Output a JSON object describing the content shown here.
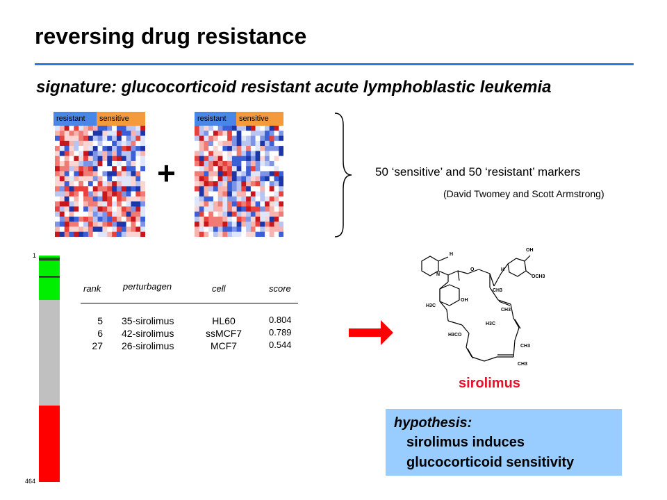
{
  "title": "reversing drug resistance",
  "subtitle": "signature: glucocorticoid resistant acute lymphoblastic leukemia",
  "heatmaps": [
    {
      "resistant_label": "resistant",
      "sensitive_label": "sensitive"
    },
    {
      "resistant_label": "resistant",
      "sensitive_label": "sensitive"
    }
  ],
  "plus_symbol": "+",
  "markers_text": "50 ‘sensitive’ and 50 ‘resistant’ markers",
  "credit_text": "(David Twomey and Scott Armstrong)",
  "rank_bar": {
    "top_label": "1",
    "bottom_label": "464",
    "colors": {
      "green": "#00ee00",
      "gray": "#c0c0c0",
      "red": "#ff0000"
    }
  },
  "table": {
    "headers": {
      "rank": "rank",
      "perturbagen": "perturbagen",
      "cell": "cell",
      "score": "score"
    },
    "rows": [
      {
        "rank": "5",
        "perturbagen": "35-sirolimus",
        "cell": "HL60",
        "score": "0.804"
      },
      {
        "rank": "6",
        "perturbagen": "42-sirolimus",
        "cell": "ssMCF7",
        "score": "0.789"
      },
      {
        "rank": "27",
        "perturbagen": "26-sirolimus",
        "cell": "MCF7",
        "score": "0.544"
      }
    ]
  },
  "molecule_labels": {
    "oh1": "OH",
    "och3": "OCH3",
    "h1": "H",
    "n": "N",
    "o1": "O",
    "h2": "H",
    "ch3a": "CH3",
    "oh2": "OH",
    "h3c1": "H3C",
    "ch3b": "CH3",
    "h3c2": "H3C",
    "h3co": "H3CO",
    "ch3c": "CH3",
    "ch3d": "CH3"
  },
  "drug_name": "sirolimus",
  "hypothesis": {
    "title": "hypothesis:",
    "line1": "sirolimus induces",
    "line2": "glucocorticoid sensitivity"
  },
  "colors": {
    "title_rule": "#1e7fe0",
    "resistant": "#4a86e8",
    "sensitive": "#f59a3a",
    "arrow": "#ff0000",
    "drug_name": "#e8102a",
    "hypothesis_bg": "#99ccff"
  }
}
